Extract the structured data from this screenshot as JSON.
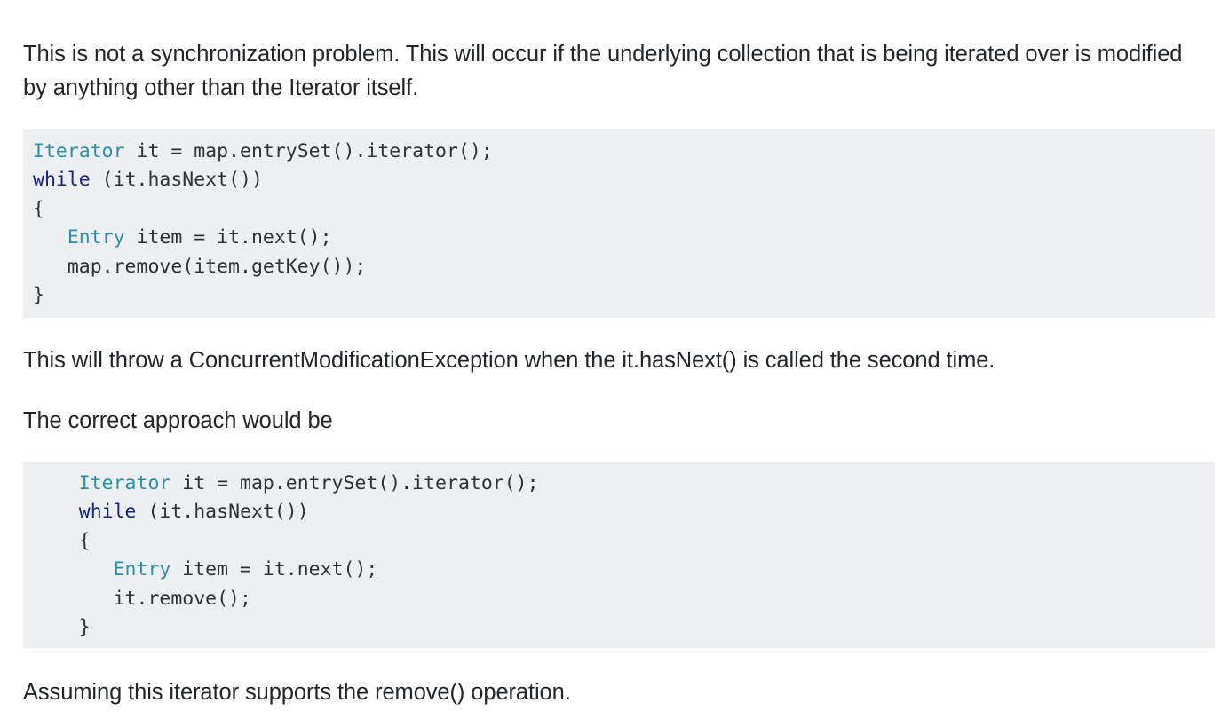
{
  "theme": {
    "page_background": "#ffffff",
    "body_text_color": "#232629",
    "code_background": "#eeeff0",
    "code_text_color": "#2f3337",
    "type_token_color": "#2b91a8",
    "keyword_token_color": "#14248a"
  },
  "content": {
    "intro_paragraph": "This is not a synchronization problem. This will occur if the underlying collection that is being iterated over is modified by anything other than the Iterator itself.",
    "throw_paragraph": "This will throw a ConcurrentModificationException when the it.hasNext() is called the second time.",
    "correct_approach_paragraph": "The correct approach would be",
    "assuming_paragraph": "Assuming this iterator supports the remove() operation."
  },
  "code_blocks": [
    {
      "id": "code-block-1",
      "language": "java",
      "indent": "",
      "lines": [
        [
          {
            "t": "Iterator",
            "c": "type"
          },
          {
            "t": " it = map.entrySet().iterator();",
            "c": "plain"
          }
        ],
        [
          {
            "t": "while",
            "c": "kw"
          },
          {
            "t": " (it.hasNext())",
            "c": "plain"
          }
        ],
        [
          {
            "t": "{",
            "c": "plain"
          }
        ],
        [
          {
            "t": "   ",
            "c": "plain"
          },
          {
            "t": "Entry",
            "c": "type"
          },
          {
            "t": " item = it.next();",
            "c": "plain"
          }
        ],
        [
          {
            "t": "   map.remove(item.getKey());",
            "c": "plain"
          }
        ],
        [
          {
            "t": "}",
            "c": "plain"
          }
        ]
      ]
    },
    {
      "id": "code-block-2",
      "language": "java",
      "indent": "    ",
      "lines": [
        [
          {
            "t": "    ",
            "c": "plain"
          },
          {
            "t": "Iterator",
            "c": "type"
          },
          {
            "t": " it = map.entrySet().iterator();",
            "c": "plain"
          }
        ],
        [
          {
            "t": "    ",
            "c": "plain"
          },
          {
            "t": "while",
            "c": "kw"
          },
          {
            "t": " (it.hasNext())",
            "c": "plain"
          }
        ],
        [
          {
            "t": "    {",
            "c": "plain"
          }
        ],
        [
          {
            "t": "       ",
            "c": "plain"
          },
          {
            "t": "Entry",
            "c": "type"
          },
          {
            "t": " item = it.next();",
            "c": "plain"
          }
        ],
        [
          {
            "t": "       it.remove();",
            "c": "plain"
          }
        ],
        [
          {
            "t": "    }",
            "c": "plain"
          }
        ]
      ]
    }
  ]
}
